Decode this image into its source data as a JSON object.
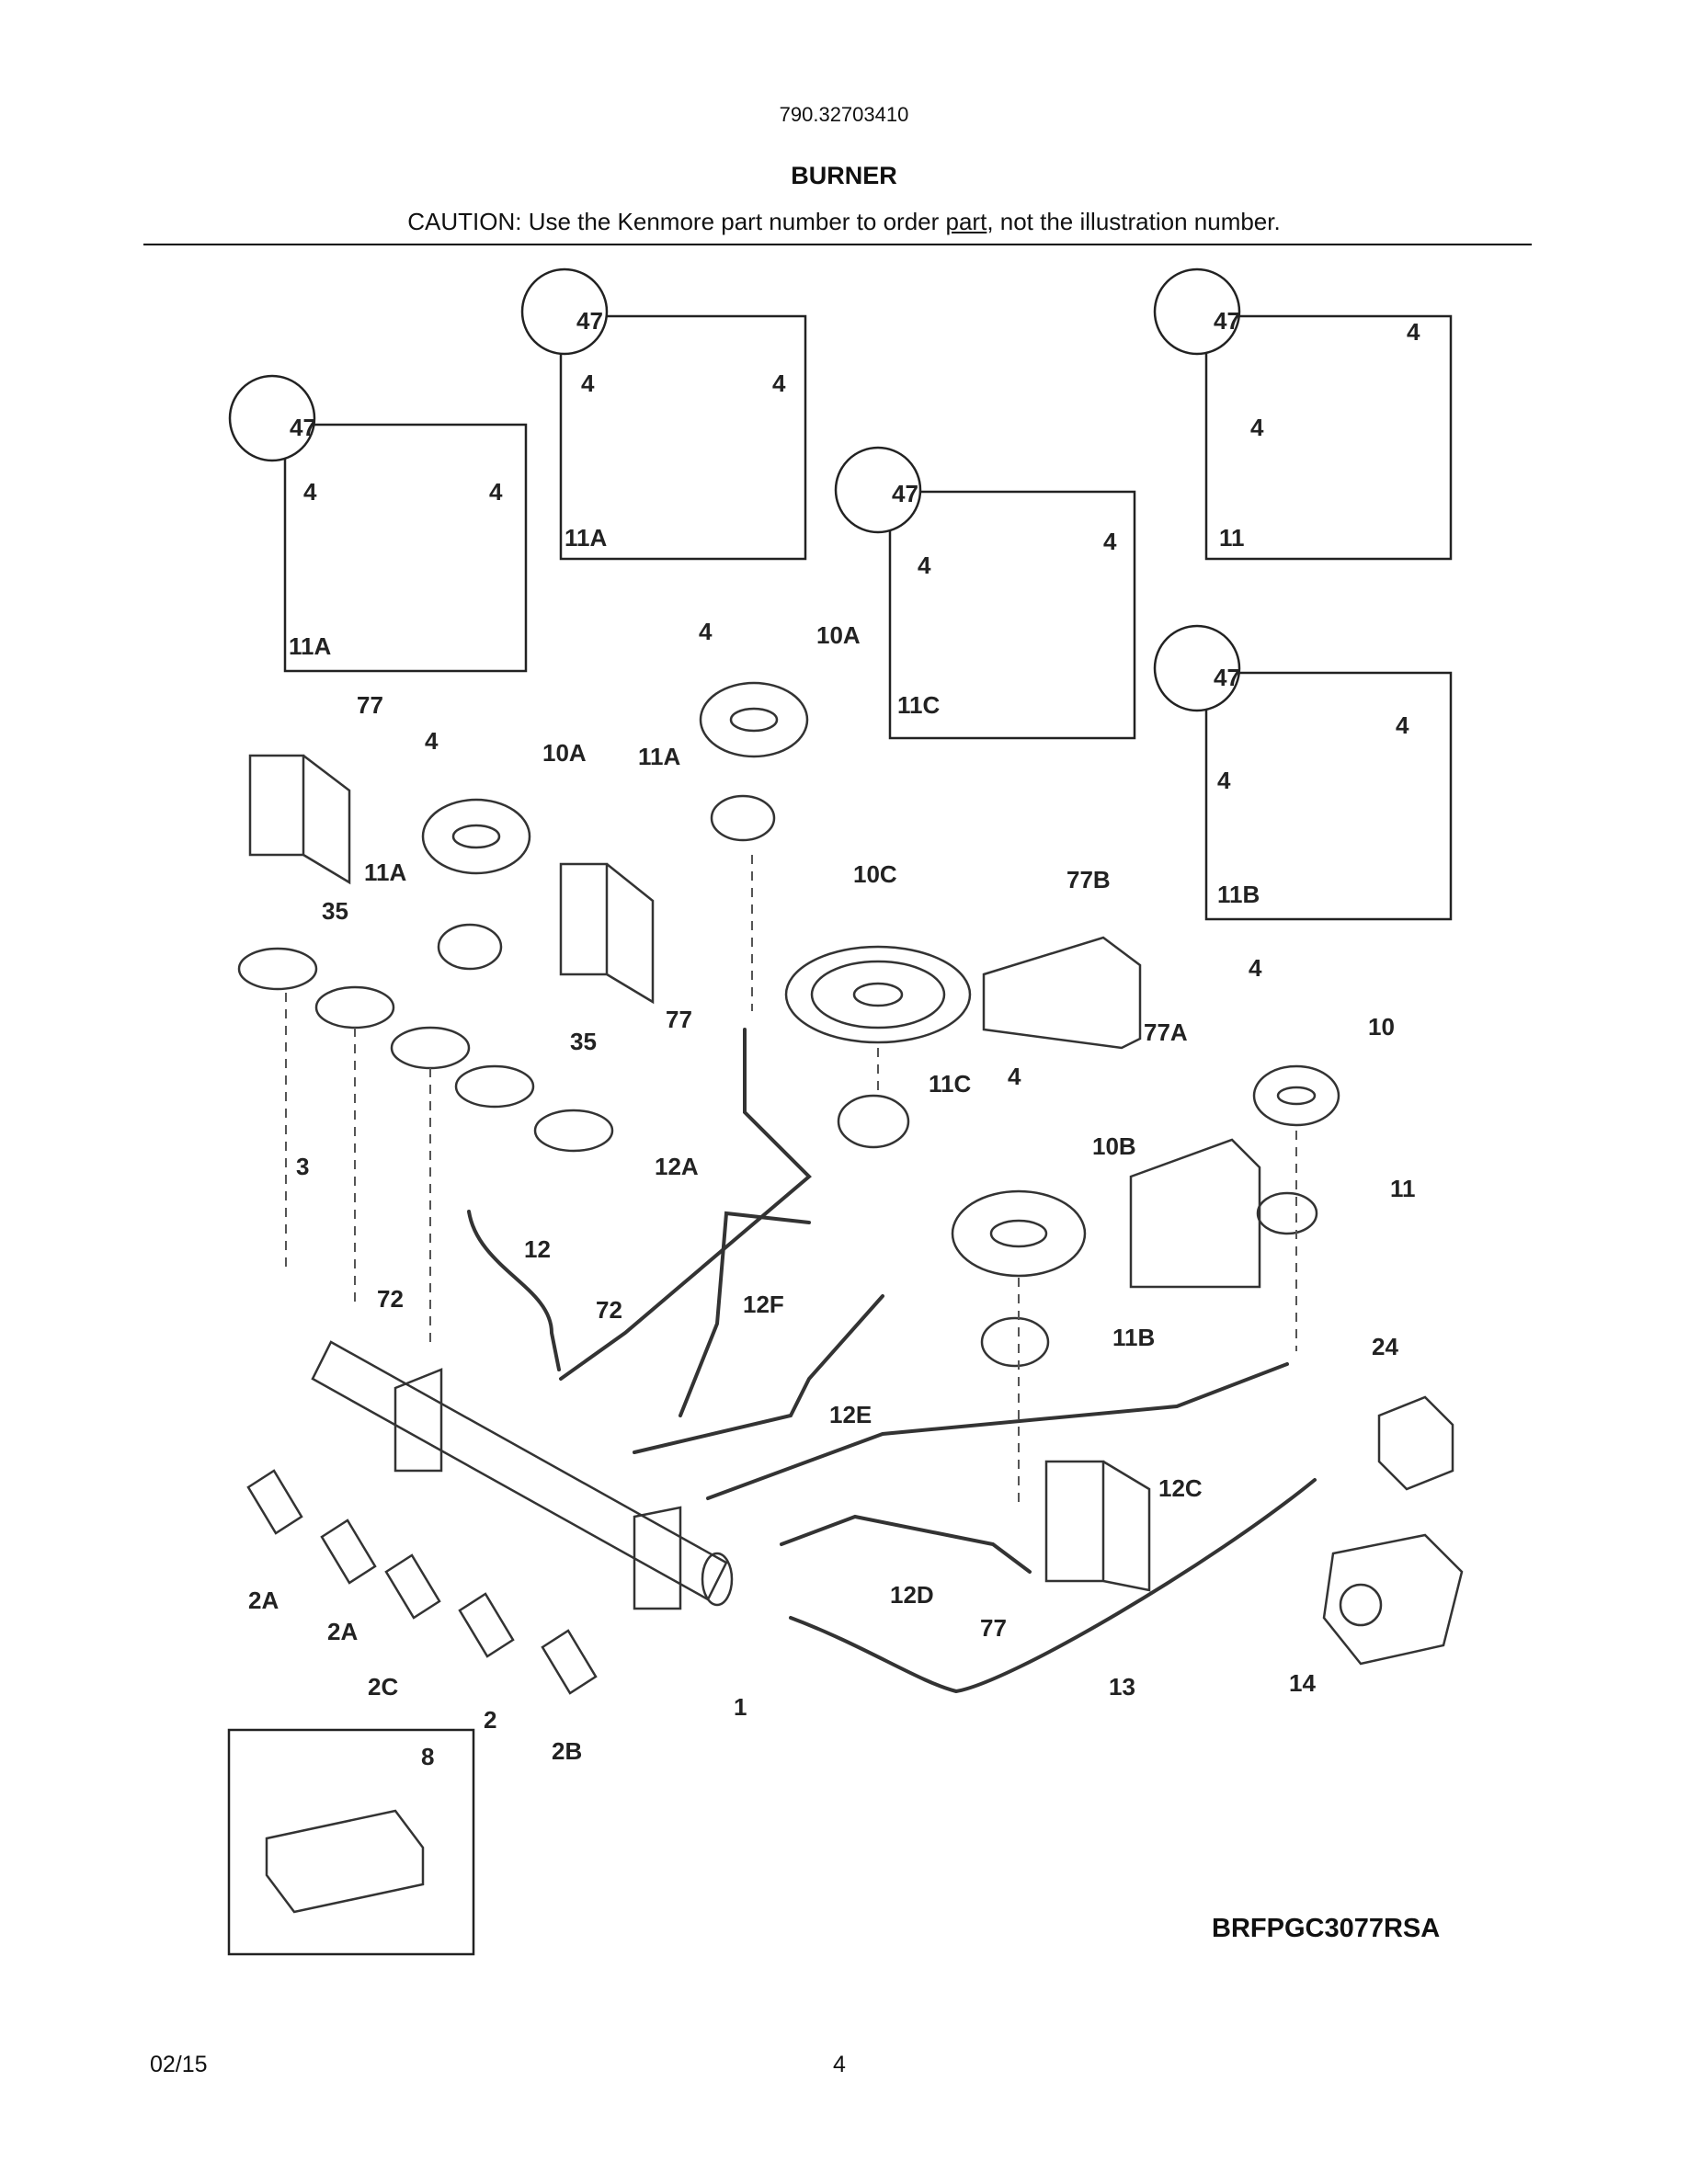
{
  "header": {
    "model_number": "790.32703410",
    "title": "BURNER",
    "caution_prefix": "CAUTION: Use the Kenmore part number to order ",
    "caution_link": "part",
    "caution_suffix": ", not the illustration number."
  },
  "diagram": {
    "labels": [
      "47",
      "4",
      "11A",
      "10A",
      "77",
      "35",
      "3",
      "10C",
      "77B",
      "11C",
      "11",
      "11B",
      "10",
      "77A",
      "10B",
      "12A",
      "12",
      "12F",
      "12E",
      "12C",
      "12D",
      "72",
      "24",
      "2A",
      "2C",
      "2",
      "2B",
      "1",
      "13",
      "14",
      "8"
    ],
    "reference_code": "BRFPGC3077RSA"
  },
  "footer": {
    "date": "02/15",
    "page_number": "4"
  }
}
